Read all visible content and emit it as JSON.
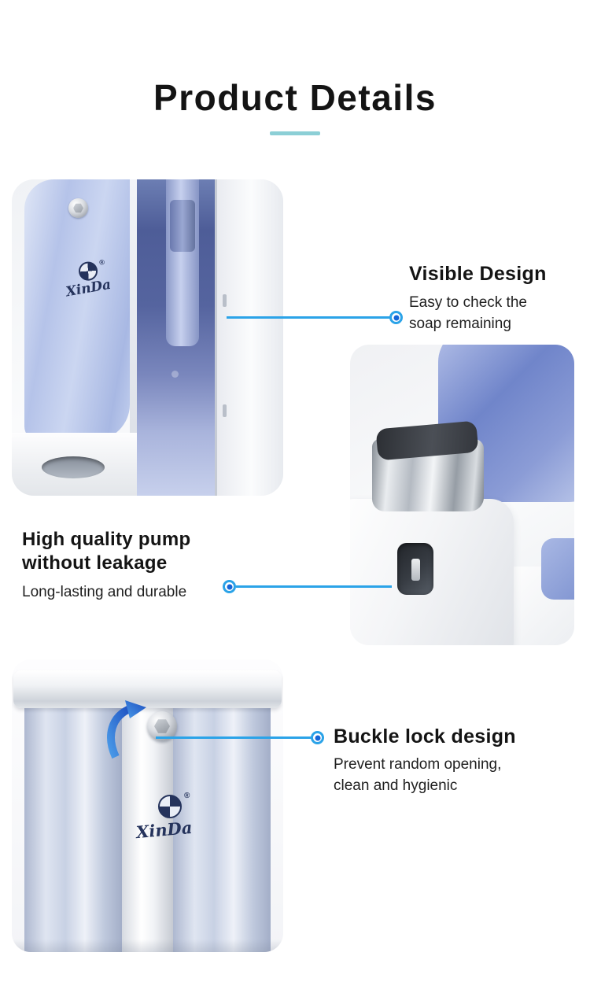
{
  "page": {
    "title": "Product Details"
  },
  "theme": {
    "accent_teal": "#8ccfd6",
    "connector_blue": "#2ba3e8",
    "dot_blue": "#1565d8",
    "heading_color": "#141414",
    "body_color": "#1f1f1f"
  },
  "callouts": {
    "visible": {
      "heading": "Visible Design",
      "body_line1": "Easy to check the",
      "body_line2": "soap remaining"
    },
    "pump": {
      "heading_line1": "High quality pump",
      "heading_line2": "without leakage",
      "body": "Long-lasting and durable"
    },
    "buckle": {
      "heading": "Buckle lock design",
      "body_line1": "Prevent random opening,",
      "body_line2": "clean and hygienic"
    }
  },
  "photos": {
    "dispenser_body": {
      "brand": "XinDa",
      "registered": "®"
    },
    "lid_buckle": {
      "brand": "XinDa",
      "registered": "®"
    }
  }
}
